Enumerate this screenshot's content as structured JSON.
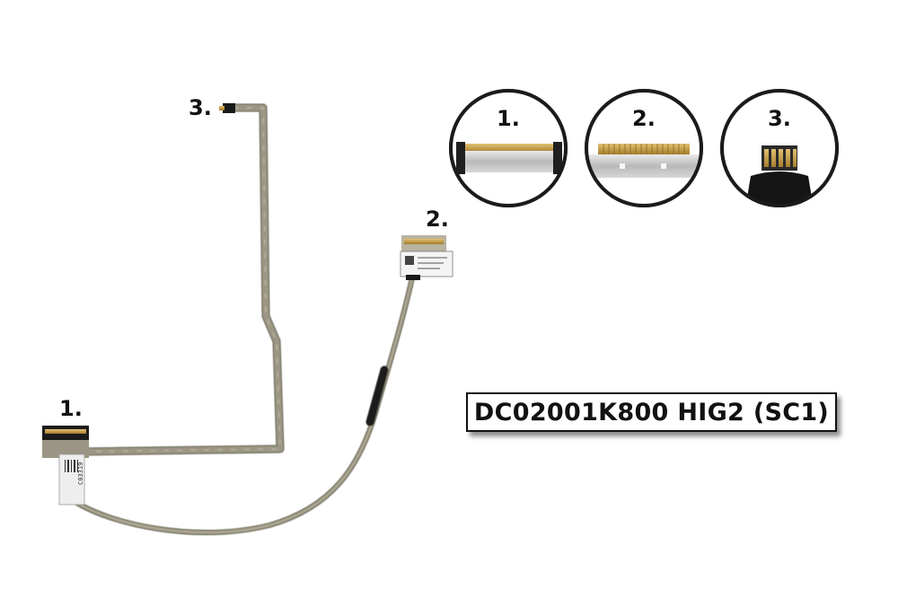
{
  "product": {
    "part_number": "DC02001K800 HIG2 (SC1)"
  },
  "callouts": {
    "cable_label_1": "1.",
    "cable_label_2": "2.",
    "cable_label_3": "3."
  },
  "detail_views": [
    {
      "label": "1.",
      "shows": "edp-connector-end"
    },
    {
      "label": "2.",
      "shows": "board-connector-end"
    },
    {
      "label": "3.",
      "shows": "webcam-connector-end"
    }
  ],
  "colors": {
    "background": "#ffffff",
    "cable": "#8f8a78",
    "cable_dark": "#5e5a4c",
    "connector_gold": "#c9a14a",
    "tape_black": "#1a1a1a",
    "text": "#111111"
  }
}
